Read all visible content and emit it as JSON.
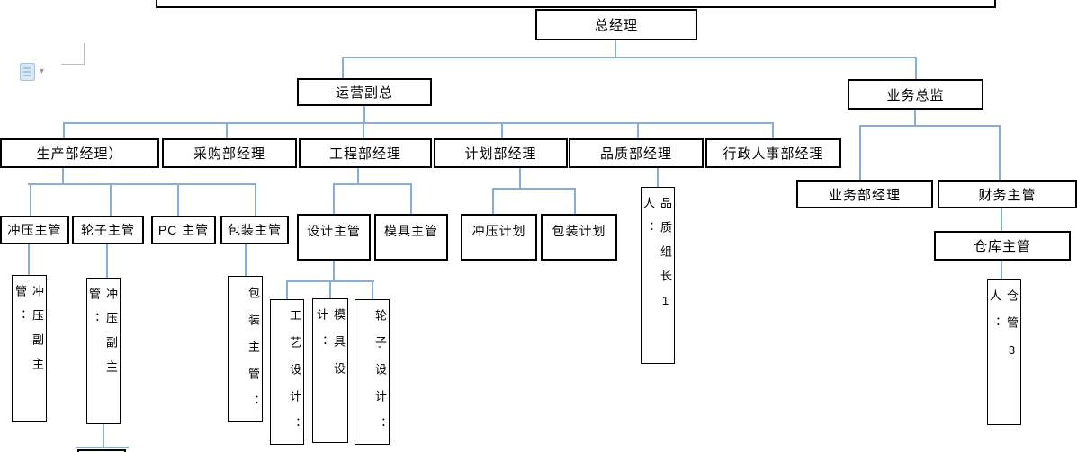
{
  "word_ui": {
    "paste_options_icon": "paste-options-clipboard",
    "dropdown_arrow_glyph": "▾"
  },
  "org_chart": {
    "colors": {
      "connector": "#86aed6",
      "box_border": "#000000",
      "text": "#000000"
    },
    "nodes": {
      "gm": {
        "label": "总经理"
      },
      "ops_vp": {
        "label": "运营副总"
      },
      "biz_director": {
        "label": "业务总监"
      },
      "production_mgr": {
        "label": "生产部经理）"
      },
      "purchasing_mgr": {
        "label": "采购部经理"
      },
      "engineering_mgr": {
        "label": "工程部经理"
      },
      "planning_mgr": {
        "label": "计划部经理"
      },
      "quality_mgr": {
        "label": "品质部经理"
      },
      "admin_hr_mgr": {
        "label": "行政人事部经理"
      },
      "stamping_sup": {
        "label": "冲压主管"
      },
      "wheel_sup": {
        "label": "轮子主管"
      },
      "pc_sup": {
        "label": "PC 主管"
      },
      "packaging_sup": {
        "label": "包装主管"
      },
      "design_sup": {
        "label": "设计主管"
      },
      "mold_sup": {
        "label": "模具主管"
      },
      "stamping_plan": {
        "label": "冲压计划"
      },
      "packaging_plan": {
        "label": "包装计划"
      },
      "quality_leader": {
        "label": "品质组长1人："
      },
      "biz_dept_mgr": {
        "label": "业务部经理"
      },
      "finance_sup": {
        "label": "财务主管"
      },
      "warehouse_sup": {
        "label": "仓库主管"
      },
      "stamping_deputy_1": {
        "label": "冲压副主管："
      },
      "stamping_deputy_2": {
        "label": "冲压副主管："
      },
      "packaging_sup_v": {
        "label": "包装主管："
      },
      "process_design": {
        "label": "工艺设计："
      },
      "mold_design": {
        "label": "模具设计："
      },
      "wheel_design": {
        "label": "轮子设计："
      },
      "warehouse_keeper": {
        "label": "仓管3人："
      }
    }
  }
}
